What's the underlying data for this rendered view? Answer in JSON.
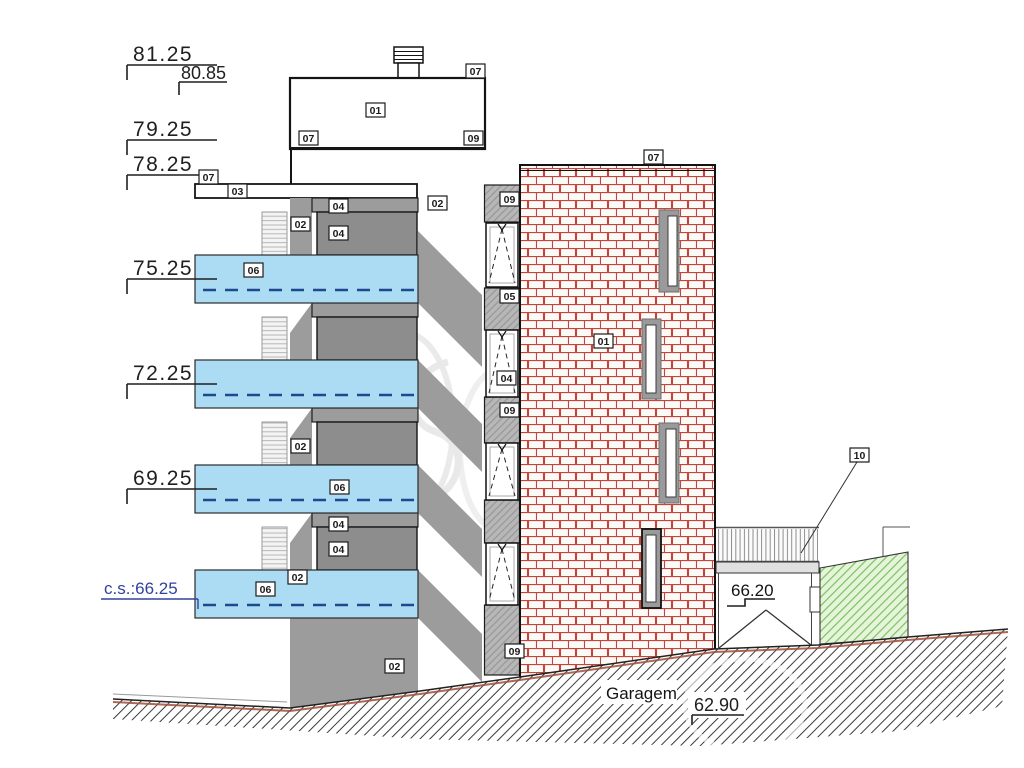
{
  "drawing": {
    "kind": "building elevation / section drawing",
    "tags": {
      "t01": "01",
      "t02": "02",
      "t03": "03",
      "t04": "04",
      "t05": "05",
      "t06": "06",
      "t07": "07",
      "t09": "09",
      "t10": "10"
    },
    "elevations": {
      "e8125": "81.25",
      "e8085": "80.85",
      "e7925": "79.25",
      "e7825": "78.25",
      "e7525": "75.25",
      "e7225": "72.25",
      "e6925": "69.25",
      "ecs6625": "c.s.:66.25",
      "e6620": "66.20",
      "e6290": "62.90"
    },
    "texts": {
      "garagem": "Garagem"
    },
    "colors": {
      "balcony_blue": "#abdcf4",
      "balcony_dash_blue": "#1d4a8f",
      "brick_joint_red": "#c4453c",
      "facade_gray": "#9c9c9c",
      "panel_gray": "#8d8d8d",
      "grass_green": "#7fc268",
      "elevation_blue_text": "#33419e",
      "terrain_line_brown": "#a14d38"
    }
  }
}
